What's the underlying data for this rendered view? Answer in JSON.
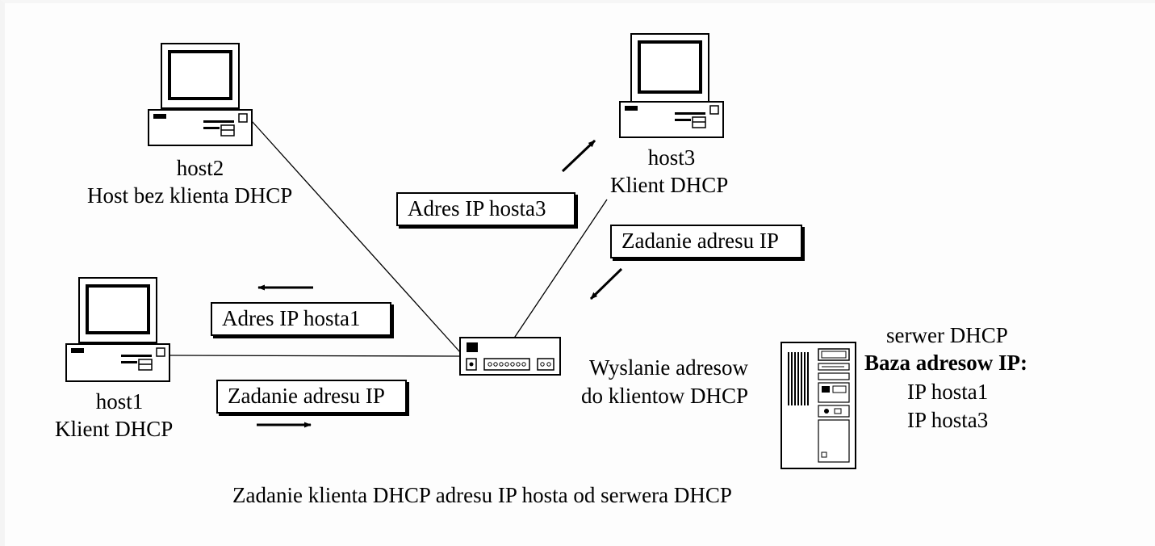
{
  "nodes": {
    "host2": {
      "name": "host2",
      "role": "Host bez  klienta DHCP"
    },
    "host3": {
      "name": "host3",
      "role": "Klient DHCP"
    },
    "host1": {
      "name": "host1",
      "role": "Klient DHCP"
    },
    "switch": {
      "label_line1": "Wyslanie adresow",
      "label_line2": "do klientow DHCP"
    },
    "server": {
      "name": "serwer DHCP",
      "db_title": "Baza adresow IP:",
      "db_entries": [
        "IP hosta1",
        "IP hosta3"
      ]
    }
  },
  "messages": {
    "to_host3": "Adres IP hosta3",
    "from_host3": "Zadanie adresu IP",
    "to_host1": "Adres IP hosta1",
    "from_host1": "Zadanie adresu IP"
  },
  "caption": "Zadanie klienta DHCP  adresu IP hosta od serwera DHCP"
}
